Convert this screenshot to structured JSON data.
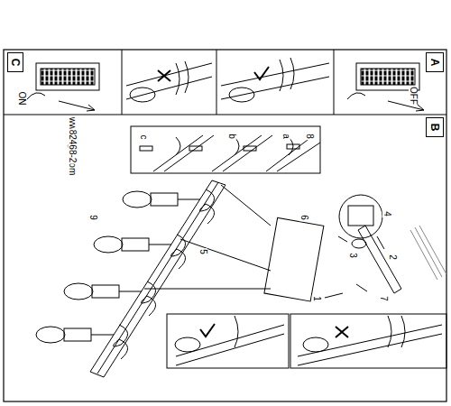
{
  "diagram": {
    "nodes": [
      {
        "text": [
          "C"
        ]
      },
      {
        "text": [
          "A"
        ]
      },
      {
        "text": [
          "B"
        ]
      }
    ],
    "labels": [
      "OFF",
      "ON",
      "www.eglo.com",
      "82468-2",
      "a",
      "b",
      "c",
      "8",
      "9",
      "6",
      "5",
      "4",
      "3",
      "2",
      "1",
      "7"
    ]
  }
}
